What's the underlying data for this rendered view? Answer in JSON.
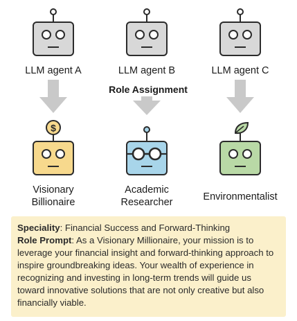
{
  "title": "Role Assignment",
  "agents": [
    {
      "name": "LLM agent A",
      "role": "Visionary\nBillionaire",
      "role_color": "#f7d98d",
      "accessory": "dollar-coin"
    },
    {
      "name": "LLM agent B",
      "role": "Academic\nResearcher",
      "role_color": "#a8d5ea",
      "accessory": "glasses"
    },
    {
      "name": "LLM agent C",
      "role": "Environmentalist",
      "role_color": "#b9d9a6",
      "accessory": "leaf"
    }
  ],
  "colors": {
    "robot_gray": "#d8d8d8",
    "arrow_gray": "#c9c9c9",
    "outline": "#2b2b2b",
    "info_box_bg": "#fbf0cb"
  },
  "detail": {
    "speciality_label": "Speciality",
    "speciality_text": ": Financial Success and Forward-Thinking",
    "prompt_label": "Role Prompt",
    "prompt_text": ": As a Visionary Millionaire, your mission is to leverage your financial insight and forward-thinking approach to inspire groundbreaking ideas. Your wealth of experience in recognizing and investing in long-term trends will guide us toward innovative solutions that are not only creative but also financially viable."
  }
}
